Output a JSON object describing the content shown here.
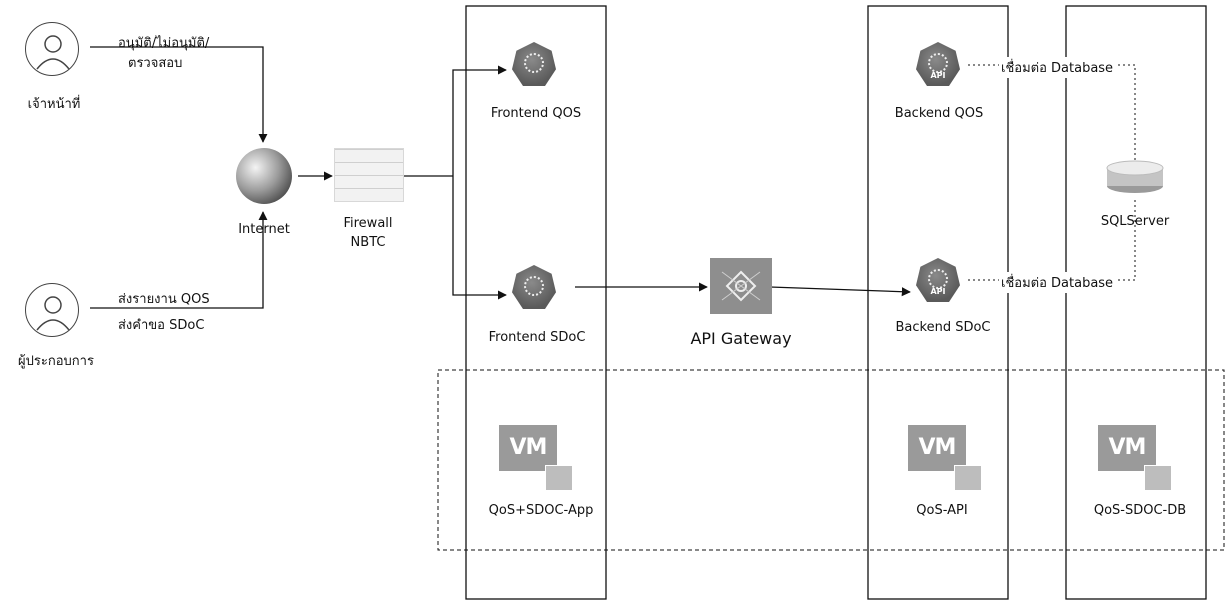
{
  "actors": {
    "officer": "เจ้าหน้าที่",
    "operator": "ผู้ประกอบการ"
  },
  "edges": {
    "officer_action_1": "อนุมัติ/ไม่อนุมัติ/",
    "officer_action_2": "ตรวจสอบ",
    "operator_action_1": "ส่งรายงาน QOS",
    "operator_action_2": "ส่งคำขอ SDoC",
    "db_link_qos": "เชื่อมต่อ Database",
    "db_link_sdoc": "เชื่อมต่อ Database"
  },
  "nodes": {
    "internet": "Internet",
    "firewall_1": "Firewall",
    "firewall_2": "NBTC",
    "frontend_qos": "Frontend QOS",
    "frontend_sdoc": "Frontend SDoC",
    "api_gateway": "API Gateway",
    "backend_qos": "Backend QOS",
    "backend_sdoc": "Backend SDoC",
    "sqlserver": "SQLServer",
    "api_tag_1": "API",
    "api_tag_2": "API"
  },
  "vms": {
    "vm_label": "VM",
    "app": "QoS+SDOC-App",
    "api": "QoS-API",
    "db": "QoS-SDOC-DB"
  },
  "colors": {
    "icon_gray": "#6e6e6e",
    "line": "#111111"
  }
}
